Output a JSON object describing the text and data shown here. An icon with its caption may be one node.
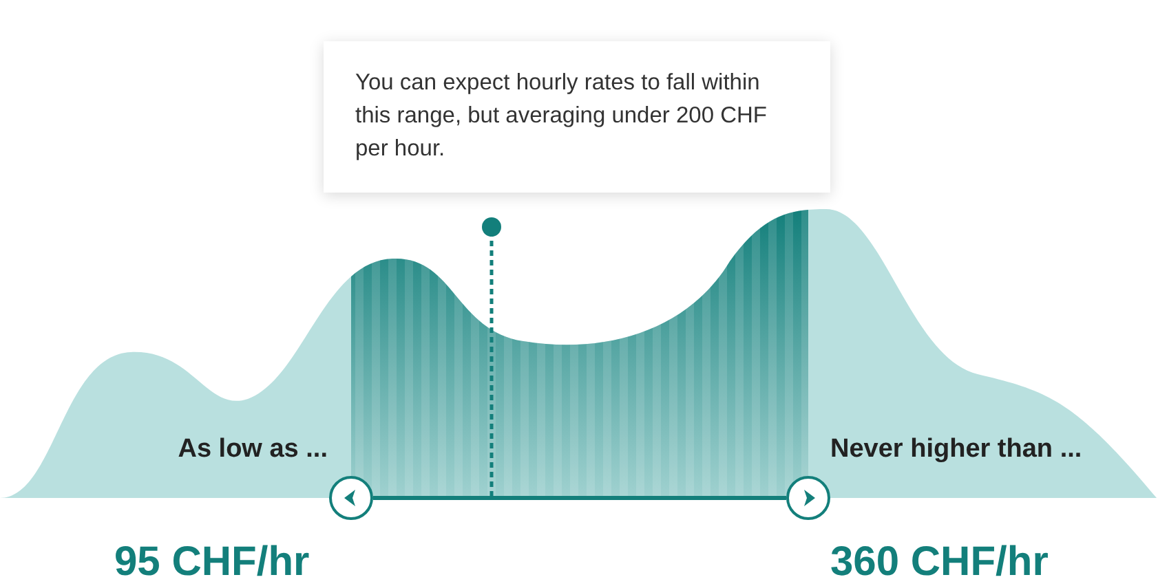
{
  "diagram": {
    "nodes": [
      {
        "text": [
          "You can expect hourly rates to fall within this range, but averaging under 200 CHF per hour."
        ]
      },
      {
        "text": [],
        "shape": "circle"
      },
      {
        "text": [],
        "shape": "circle"
      }
    ],
    "edges": [
      {
        "from": 1,
        "to": 2,
        "arrow": "none"
      },
      {
        "from": 0,
        "to": null,
        "arrow": "none",
        "style": "dashed"
      }
    ],
    "labels": [
      "As low as ...",
      "Never higher than ...",
      "95 CHF/hr",
      "360 CHF/hr"
    ]
  }
}
